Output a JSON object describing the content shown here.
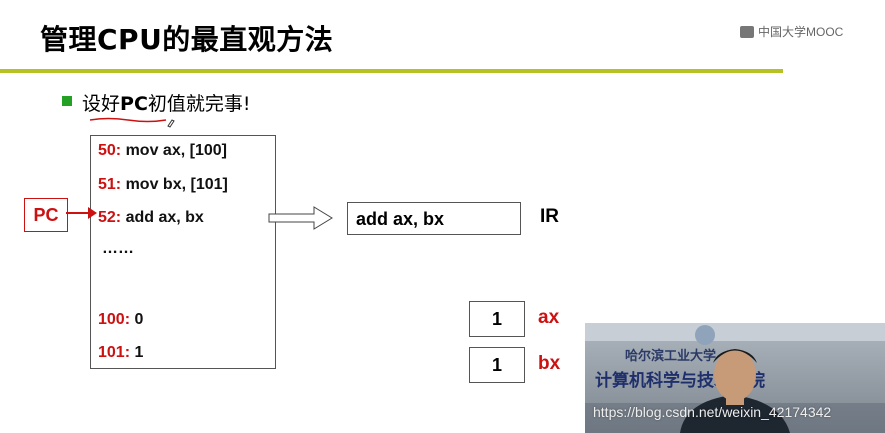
{
  "slide": {
    "title": "管理CPU的最直观方法",
    "logo_text": "中国大学MOOC",
    "bullet": {
      "prefix": "设好",
      "highlight": "PC",
      "suffix": "初值就完事!"
    },
    "memory": [
      {
        "addr": "50:",
        "text": "mov ax, [100]"
      },
      {
        "addr": "51:",
        "text": "mov bx, [101]"
      },
      {
        "addr": "52:",
        "text": "add ax, bx"
      },
      {
        "addr": "",
        "text": "……"
      },
      {
        "addr": "100:",
        "text": "0"
      },
      {
        "addr": "101:",
        "text": "1"
      }
    ],
    "pc_label": "PC",
    "ir": {
      "value": "add ax, bx",
      "label": "IR"
    },
    "registers": [
      {
        "value": "1",
        "label": "ax"
      },
      {
        "value": "1",
        "label": "bx"
      }
    ]
  },
  "webcam": {
    "wall_sign_top": "哈尔滨工业大学",
    "wall_sign": "计算机科学与技术学院"
  },
  "watermark": "https://blog.csdn.net/weixin_42174342",
  "colors": {
    "accent_rule": "#b5c222",
    "address_red": "#cc1111",
    "bullet_green": "#24a024"
  },
  "icons": [
    "mooc-logo-icon",
    "bullet-square-icon",
    "red-arrow-icon",
    "hollow-arrow-icon",
    "pen-cursor-icon"
  ]
}
